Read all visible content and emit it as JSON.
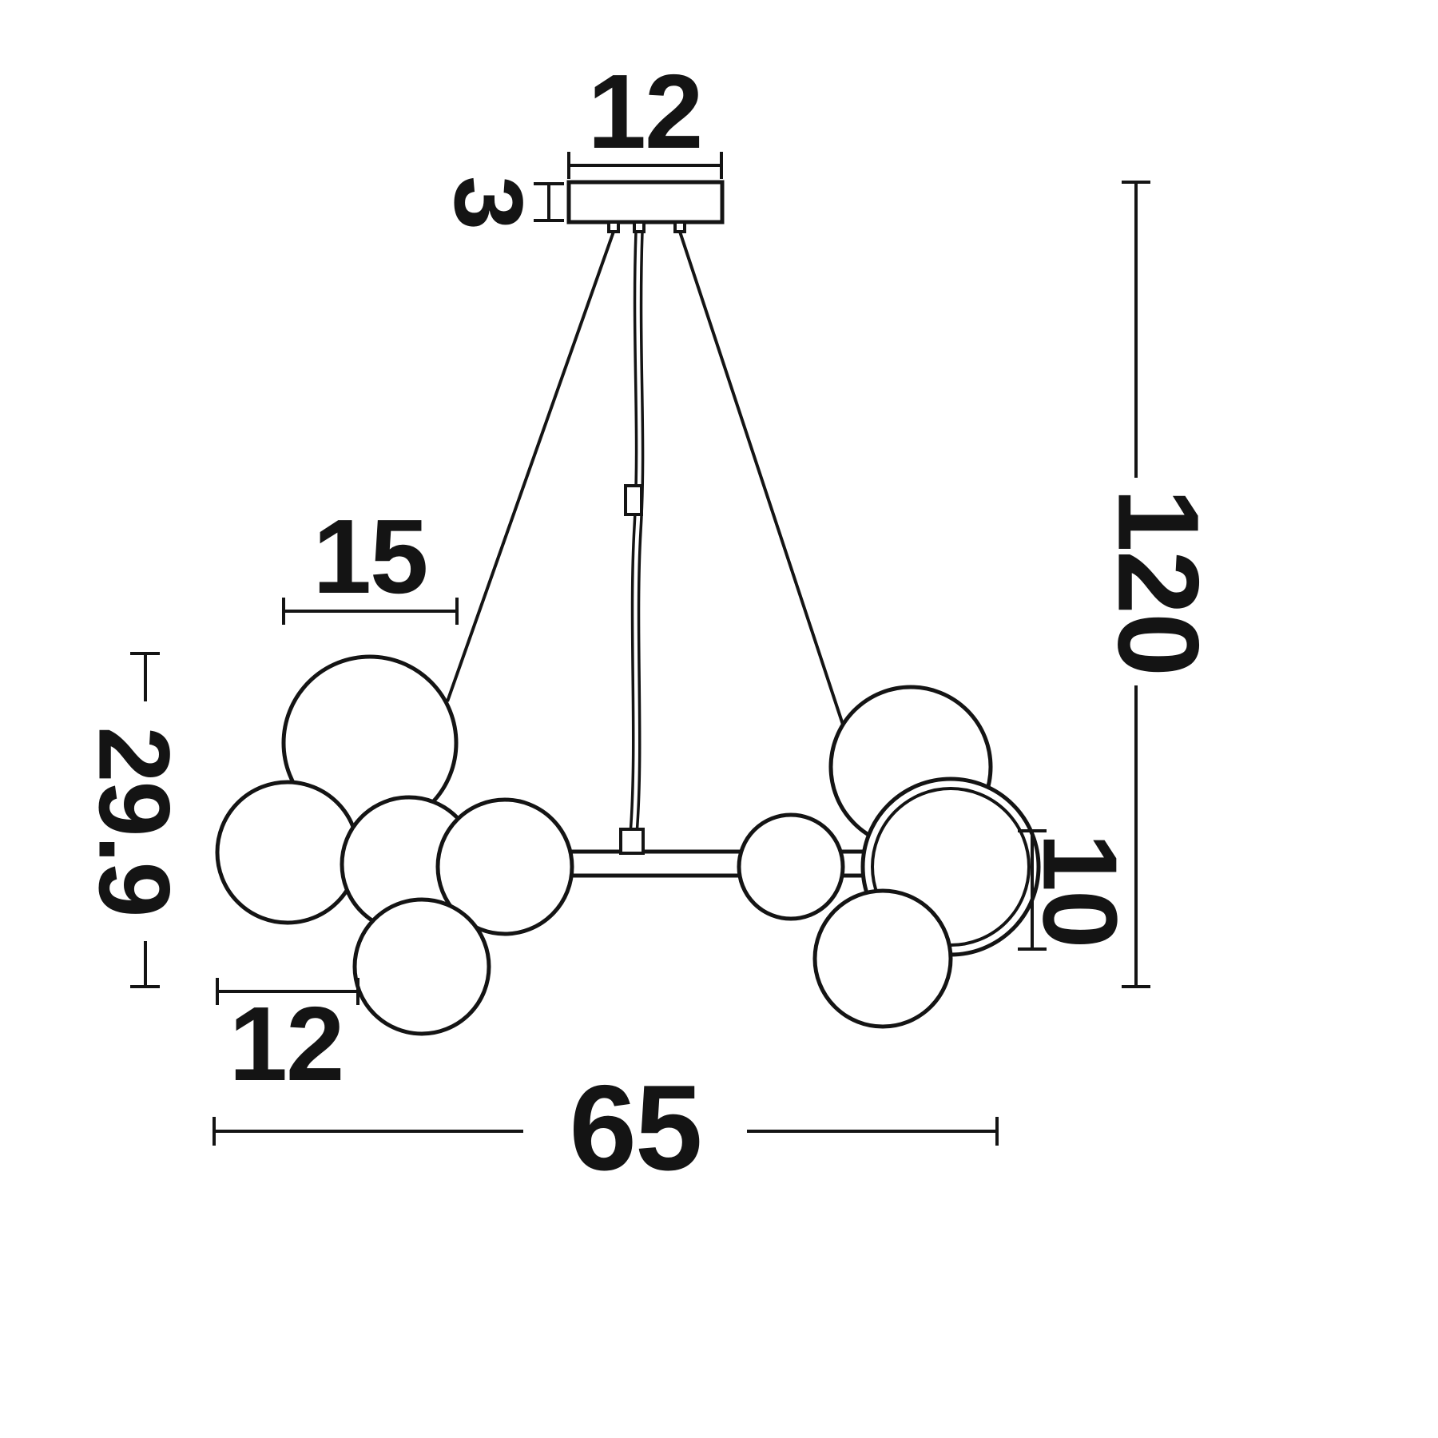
{
  "drawing": {
    "kind": "pendant-lamp-dimension-drawing",
    "dimensions": {
      "canopy_width": "12",
      "canopy_height": "3",
      "overall_drop": "120",
      "large_sphere_diameter": "15",
      "cluster_height": "29.9",
      "small_sphere_diameter": "12",
      "sphere_offset": "10",
      "overall_width": "65"
    }
  }
}
